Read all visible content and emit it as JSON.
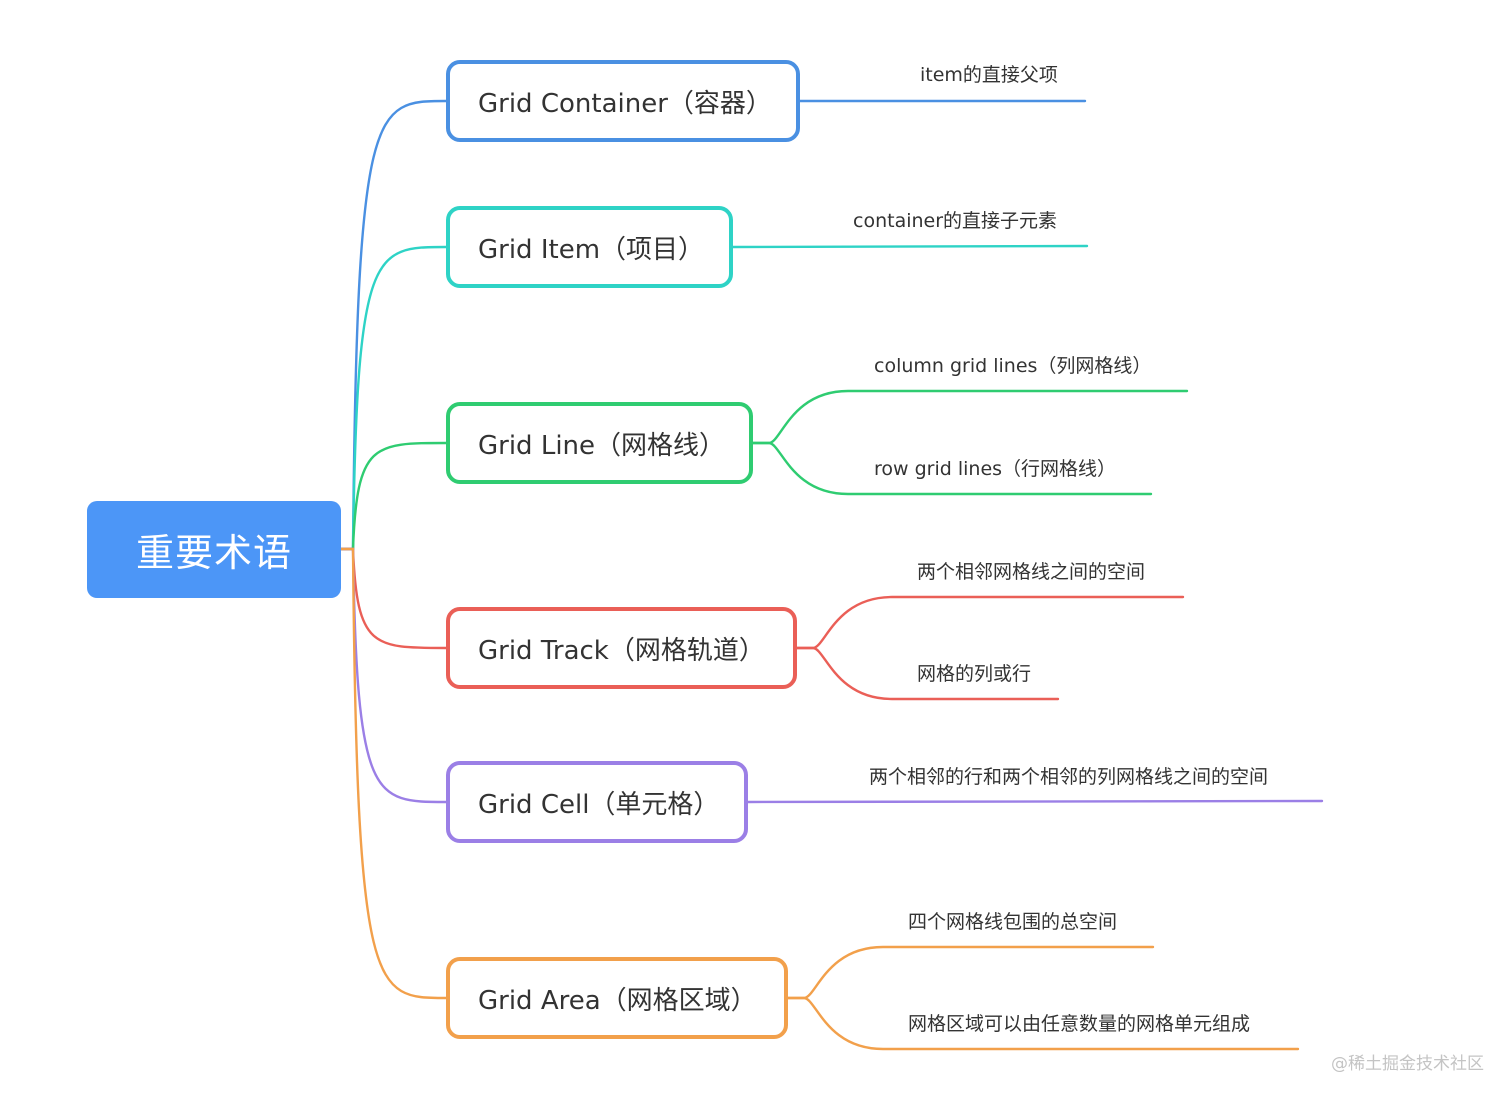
{
  "root": {
    "label": "重要术语",
    "color": "#4c96f7"
  },
  "branches": [
    {
      "label": "Grid Container（容器）",
      "color": "#4a90e2",
      "leaves": [
        "item的直接父项"
      ]
    },
    {
      "label": "Grid Item（项目）",
      "color": "#2ed3c6",
      "leaves": [
        "container的直接子元素"
      ]
    },
    {
      "label": "Grid Line（网格线）",
      "color": "#2fcc71",
      "leaves": [
        "column grid lines（列网格线）",
        "row grid lines（行网格线）"
      ]
    },
    {
      "label": "Grid Track（网格轨道）",
      "color": "#ea5f57",
      "leaves": [
        "两个相邻网格线之间的空间",
        "网格的列或行"
      ]
    },
    {
      "label": "Grid Cell（单元格）",
      "color": "#9b7fe6",
      "leaves": [
        "两个相邻的行和两个相邻的列网格线之间的空间"
      ]
    },
    {
      "label": "Grid Area（网格区域）",
      "color": "#f2a04b",
      "leaves": [
        "四个网格线包围的总空间",
        "网格区域可以由任意数量的网格单元组成"
      ]
    }
  ],
  "watermark": "@稀土掘金技术社区"
}
